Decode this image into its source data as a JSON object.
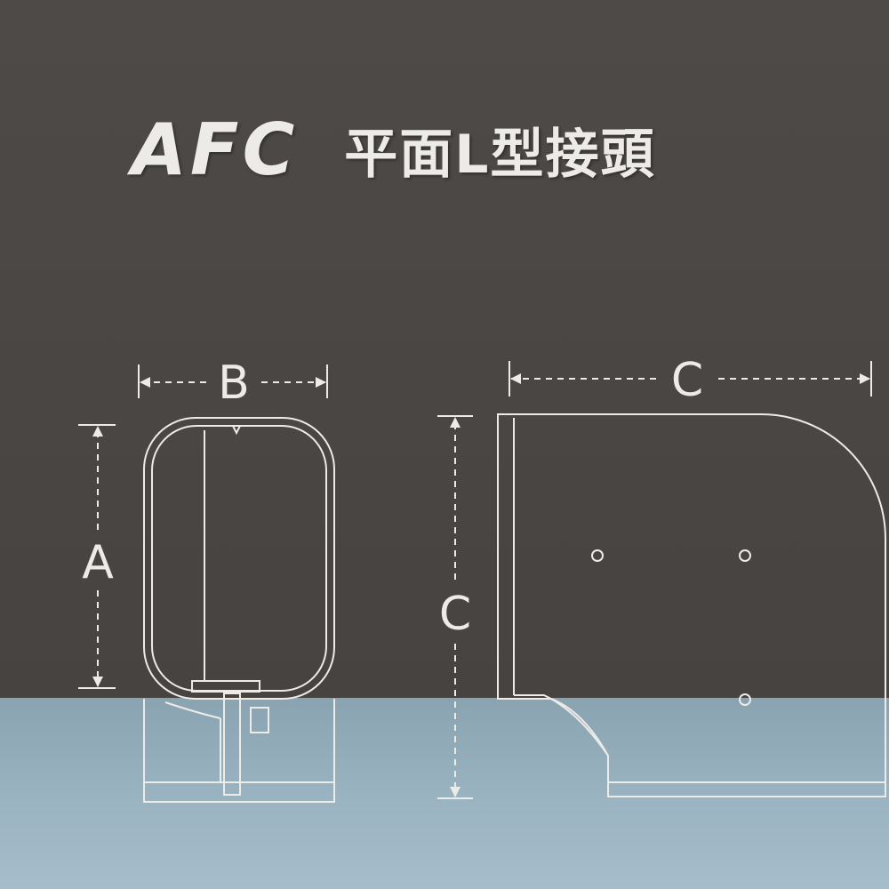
{
  "title": {
    "code": "AFC",
    "name": "平面L型接頭"
  },
  "dimensions": {
    "width_label": "B",
    "height_label": "A",
    "depth_label": "C",
    "side_height_label": "C"
  },
  "colors": {
    "background_dark": "#4a4644",
    "background_light_blue": "#9bb4c2",
    "line": "#ecebe8"
  }
}
